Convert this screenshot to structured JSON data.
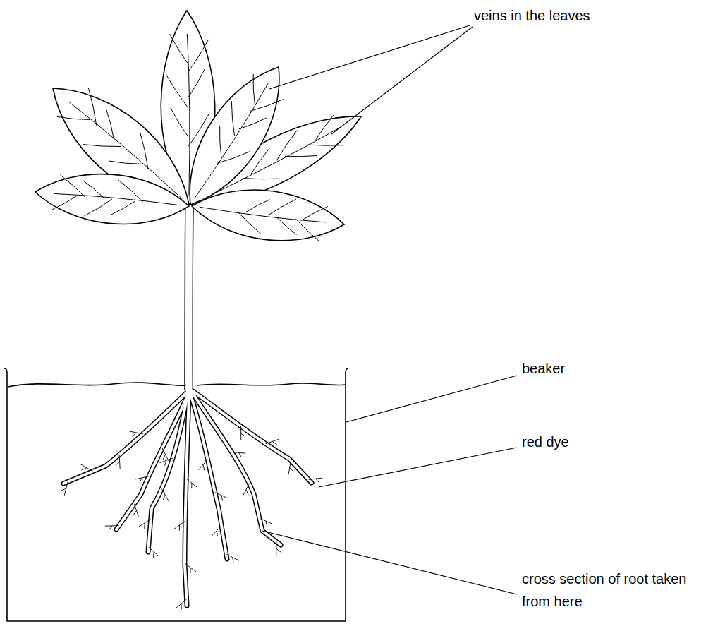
{
  "diagram": {
    "labels": [
      "veins in the leaves",
      "beaker",
      "red dye",
      "cross section of root taken from here"
    ]
  }
}
